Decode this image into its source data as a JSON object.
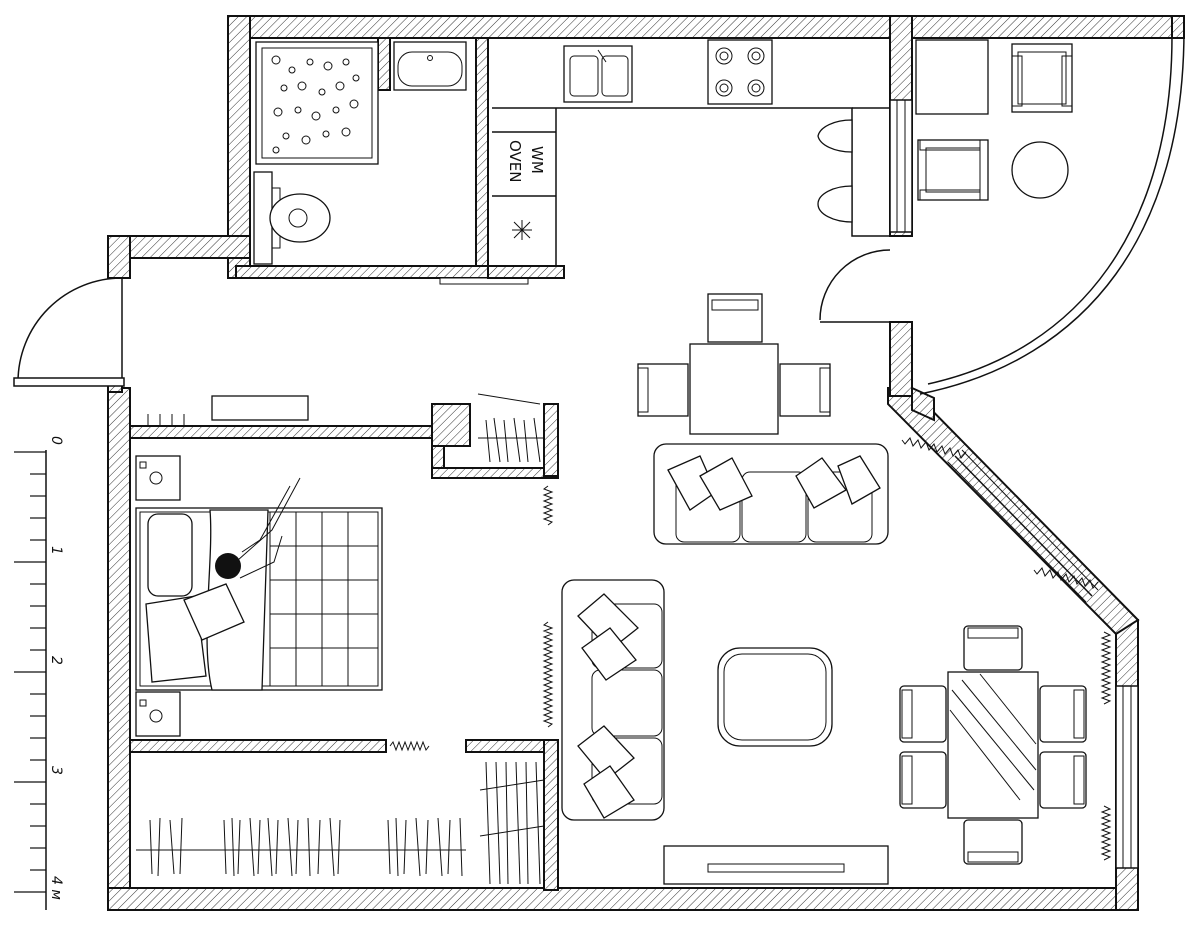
{
  "labels": {
    "washing_machine": "WM",
    "oven": "OVEN"
  },
  "scale": {
    "ticks": [
      "0",
      "1",
      "2",
      "3",
      "4 м"
    ]
  }
}
